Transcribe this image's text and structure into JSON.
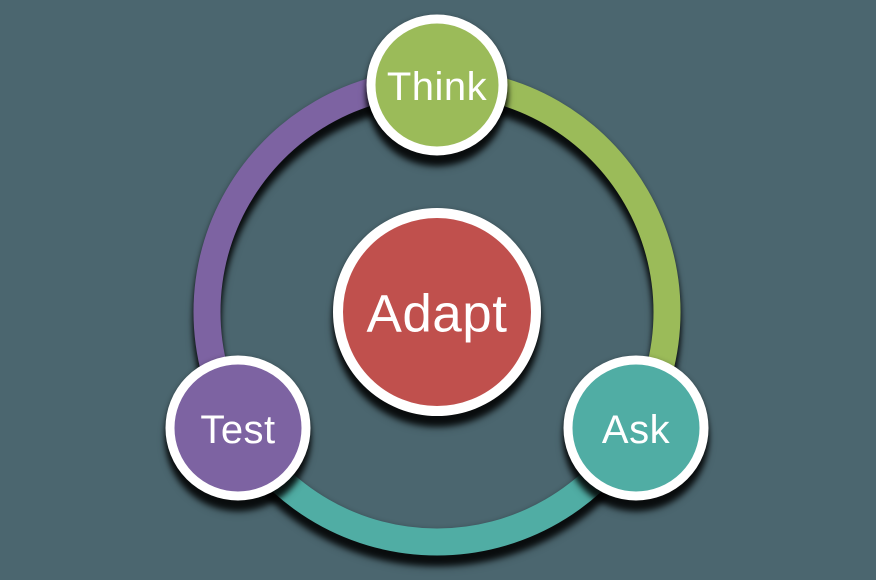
{
  "diagram": {
    "type": "cycle",
    "background_color": "#4B666F",
    "border_color": "#FFFFFF",
    "label_color": "#FFFFFF",
    "center_node": {
      "label": "Adapt",
      "color": "#C0504D"
    },
    "nodes": [
      {
        "label": "Think",
        "color": "#9BBB59",
        "position": "top"
      },
      {
        "label": "Ask",
        "color": "#50ADA4",
        "position": "bottom-right"
      },
      {
        "label": "Test",
        "color": "#7D63A2",
        "position": "bottom-left"
      }
    ],
    "ring_segments": [
      {
        "from": "Think",
        "to": "Ask",
        "color": "#9BBB59"
      },
      {
        "from": "Ask",
        "to": "Test",
        "color": "#50ADA4"
      },
      {
        "from": "Test",
        "to": "Think",
        "color": "#7D63A2"
      }
    ]
  }
}
